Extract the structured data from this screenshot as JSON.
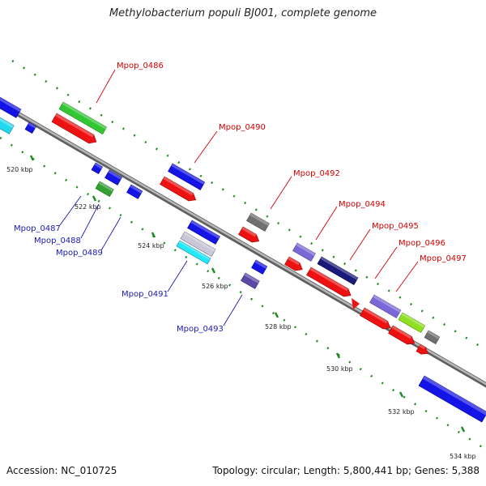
{
  "title": "Methylobacterium populi BJ001, complete genome",
  "footer": {
    "accession": "Accession: NC_010725",
    "summary": "Topology: circular; Length: 5,800,441 bp; Genes: 5,388"
  },
  "colors": {
    "backbone": "#8c8c8c",
    "tick": "#1f8a1f",
    "label_forward": "#d40000",
    "label_reverse": "#1a1ab4",
    "leader": "#d40000",
    "leader_reverse": "#1a1ab4"
  },
  "ticks": [
    "520 kbp",
    "522 kbp",
    "524 kbp",
    "526 kbp",
    "528 kbp",
    "530 kbp",
    "532 kbp",
    "534 kbp"
  ],
  "labels": {
    "forward": [
      "Mpop_0486",
      "Mpop_0490",
      "Mpop_0492",
      "Mpop_0494",
      "Mpop_0495",
      "Mpop_0496",
      "Mpop_0497"
    ],
    "reverse": [
      "Mpop_0487",
      "Mpop_0488",
      "Mpop_0489",
      "Mpop_0491",
      "Mpop_0493"
    ]
  }
}
